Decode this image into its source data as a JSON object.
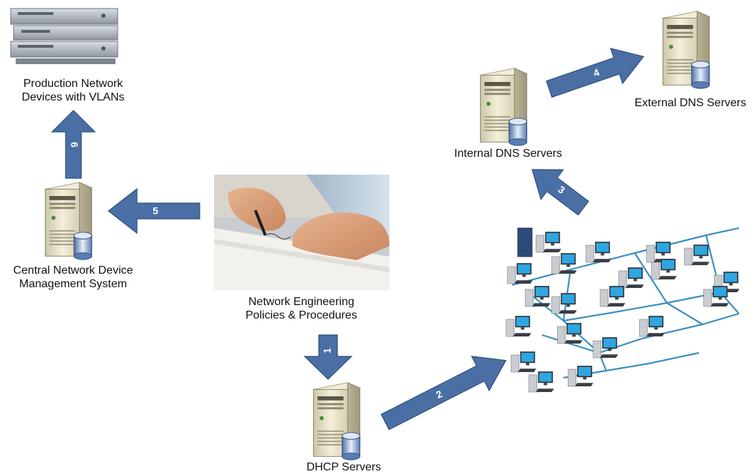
{
  "nodes": {
    "production": {
      "line1": "Production Network",
      "line2": "Devices with VLANs"
    },
    "central": {
      "line1": "Central Network Device",
      "line2": "Management System"
    },
    "policies": {
      "line1": "Network Engineering",
      "line2": "Policies & Procedures"
    },
    "dhcp": {
      "line1": "DHCP Servers"
    },
    "internal_dns": {
      "line1": "Internal DNS Servers"
    },
    "external_dns": {
      "line1": "External DNS Servers"
    }
  },
  "arrows": {
    "a1": "1",
    "a2": "2",
    "a3": "3",
    "a4": "4",
    "a5": "5",
    "a6": "6"
  },
  "colors": {
    "arrow_fill": "#4a6fa5",
    "arrow_stroke": "#2f4f7f",
    "server_body": "#ece6cf",
    "network_cable": "#3a8fc0"
  },
  "icons": {
    "router": "router-stack-icon",
    "server": "server-icon",
    "photo": "signing-document-photo",
    "network": "computer-network-icon"
  }
}
